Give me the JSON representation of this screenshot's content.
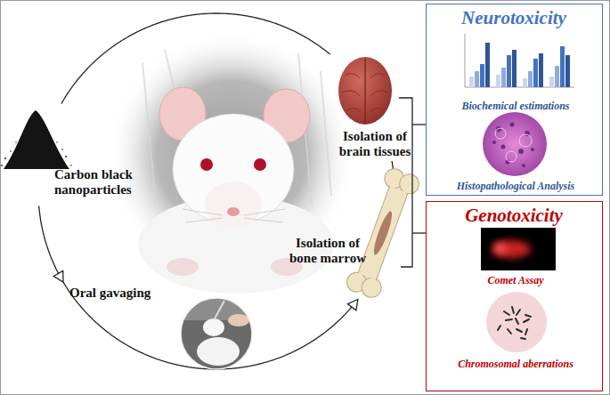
{
  "diagram": {
    "nodes": [
      {
        "text": [
          "Carbon black nanoparticles"
        ]
      },
      {
        "text": [
          "Isolation of brain tissues"
        ]
      },
      {
        "text": [
          "Isolation of bone marrow"
        ]
      },
      {
        "text": [
          "Neurotoxicity"
        ]
      },
      {
        "text": [
          "Biochemical estimations"
        ],
        "in": 3
      },
      {
        "text": [
          "Histopathological Analysis"
        ],
        "in": 3
      },
      {
        "text": [
          "Genotoxicity"
        ]
      },
      {
        "text": [
          "Comet Assay"
        ],
        "in": 6
      },
      {
        "text": [
          "Chromosomal aberrations"
        ],
        "in": 6
      }
    ],
    "edges": [
      {
        "from": 0,
        "to": 1,
        "arrow": "none"
      },
      {
        "from": 1,
        "to": 2,
        "arrow": "none"
      },
      {
        "from": 0,
        "to": 2,
        "label": "Oral gavaging",
        "arrow": "to"
      }
    ]
  }
}
